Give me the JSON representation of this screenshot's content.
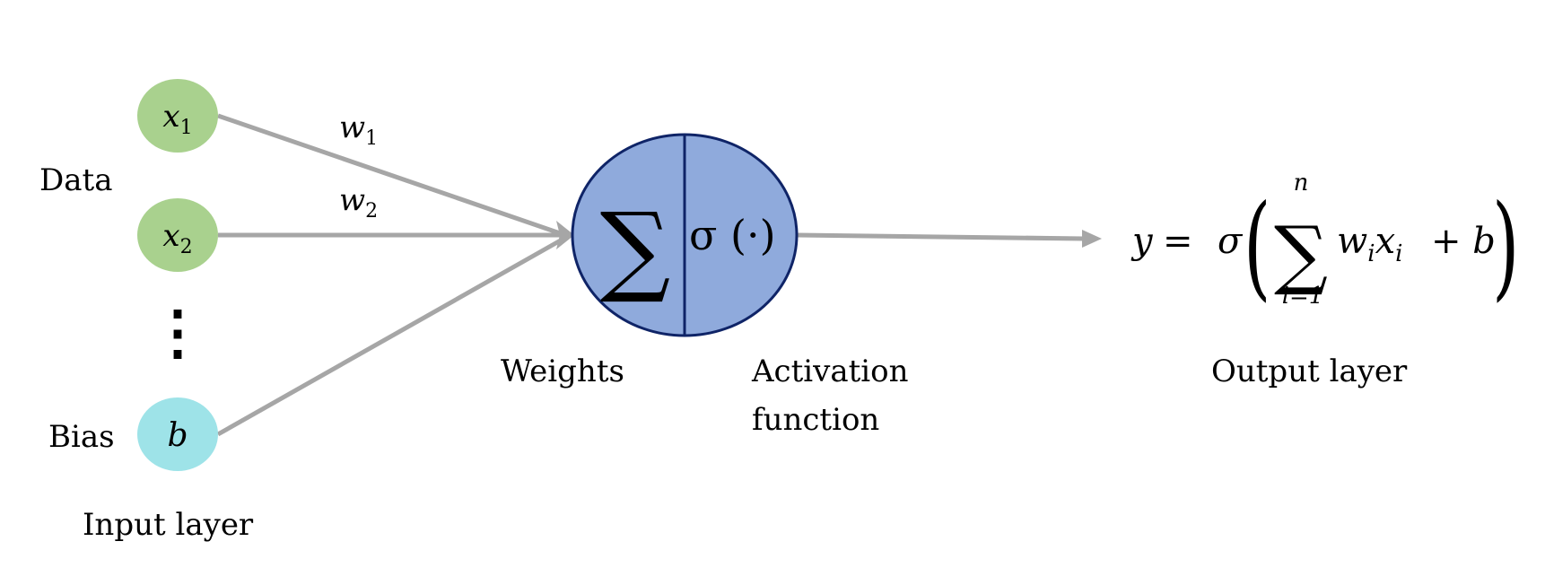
{
  "inputs": {
    "x1": {
      "var": "x",
      "sub": "1"
    },
    "x2": {
      "var": "x",
      "sub": "2"
    },
    "bias": {
      "var": "b"
    },
    "ellipsis": "⋮"
  },
  "weights": {
    "w1": {
      "var": "w",
      "sub": "1"
    },
    "w2": {
      "var": "w",
      "sub": "2"
    }
  },
  "labels": {
    "data": "Data",
    "bias": "Bias",
    "input_layer": "Input layer",
    "weights": "Weights",
    "activation_line1": "Activation",
    "activation_line2": "function",
    "output_layer": "Output layer"
  },
  "neuron": {
    "sum_symbol": "∑",
    "activation": "σ (·)"
  },
  "formula": {
    "lhs": "y",
    "eq": "=",
    "sigma": "σ",
    "lparen": "(",
    "sum_symbol": "∑",
    "upper": "n",
    "lower": "i=1",
    "w": "w",
    "w_sub": "i",
    "x": "x",
    "x_sub": "i",
    "plus_b": "+ b",
    "rparen": ")"
  },
  "colors": {
    "input_node": "#a9d18e",
    "bias_node": "#9ee3e8",
    "neuron_fill": "#8faadc",
    "neuron_stroke": "#0f2467",
    "connection": "#a6a6a6"
  }
}
